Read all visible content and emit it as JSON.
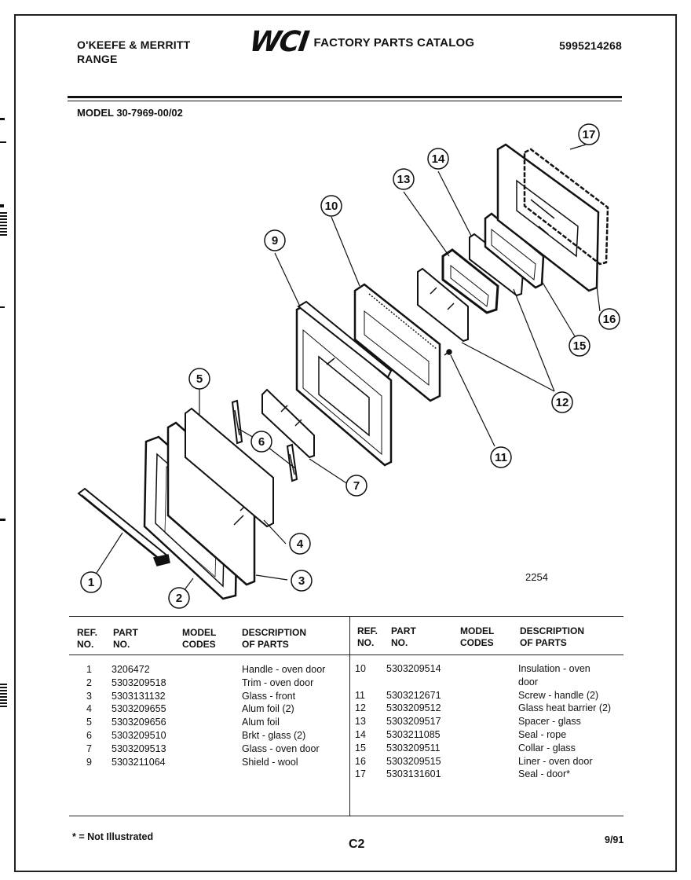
{
  "header": {
    "brand_line1": "O'KEEFE & MERRITT",
    "brand_line2": "RANGE",
    "logo": "WCI",
    "catalog_title": "FACTORY PARTS CATALOG",
    "catalog_number": "5995214268"
  },
  "model_line": "MODEL 30-7969-00/02",
  "diagram": {
    "figure_number": "2254",
    "callouts": [
      "1",
      "2",
      "3",
      "4",
      "5",
      "6",
      "7",
      "9",
      "10",
      "11",
      "12",
      "13",
      "14",
      "15",
      "16",
      "17"
    ]
  },
  "table": {
    "headers": {
      "ref_no": [
        "REF.",
        "NO."
      ],
      "part_no": [
        "PART",
        "NO."
      ],
      "model_codes": [
        "MODEL",
        "CODES"
      ],
      "description": [
        "DESCRIPTION",
        "OF PARTS"
      ]
    },
    "left_rows": [
      {
        "ref": "1",
        "part": "3206472",
        "desc": "Handle - oven door"
      },
      {
        "ref": "2",
        "part": "5303209518",
        "desc": "Trim - oven door"
      },
      {
        "ref": "3",
        "part": "5303131132",
        "desc": "Glass - front"
      },
      {
        "ref": "4",
        "part": "5303209655",
        "desc": "Alum foil (2)"
      },
      {
        "ref": "5",
        "part": "5303209656",
        "desc": "Alum foil"
      },
      {
        "ref": "6",
        "part": "5303209510",
        "desc": "Brkt - glass (2)"
      },
      {
        "ref": "7",
        "part": "5303209513",
        "desc": "Glass - oven door"
      },
      {
        "ref": "9",
        "part": "5303211064",
        "desc": "Shield - wool"
      }
    ],
    "right_rows": [
      {
        "ref": "10",
        "part": "5303209514",
        "desc": "Insulation - oven",
        "desc2": "door"
      },
      {
        "ref": "11",
        "part": "5303212671",
        "desc": "Screw - handle (2)"
      },
      {
        "ref": "12",
        "part": "5303209512",
        "desc": "Glass heat barrier (2)"
      },
      {
        "ref": "13",
        "part": "5303209517",
        "desc": "Spacer - glass"
      },
      {
        "ref": "14",
        "part": "5303211085",
        "desc": "Seal - rope"
      },
      {
        "ref": "15",
        "part": "5303209511",
        "desc": "Collar - glass"
      },
      {
        "ref": "16",
        "part": "5303209515",
        "desc": "Liner - oven door"
      },
      {
        "ref": "17",
        "part": "5303131601",
        "desc": "Seal - door*"
      }
    ]
  },
  "footer": {
    "note": "* = Not Illustrated",
    "page": "C2",
    "date": "9/91"
  }
}
